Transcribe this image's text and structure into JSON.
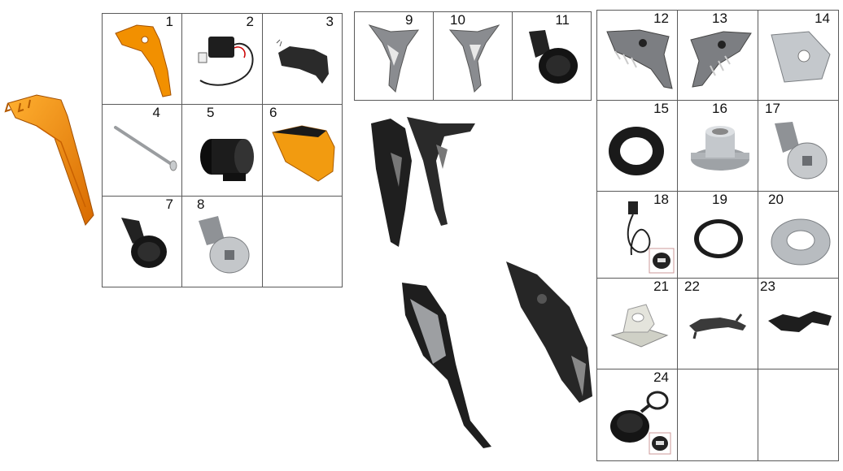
{
  "parts": {
    "p1": "1",
    "p2": "2",
    "p3": "3",
    "p4": "4",
    "p5": "5",
    "p6": "6",
    "p7": "7",
    "p8": "8",
    "p9": "9",
    "p10": "10",
    "p11": "11",
    "p12": "12",
    "p13": "13",
    "p14": "14",
    "p15": "15",
    "p16": "16",
    "p17": "17",
    "p18": "18",
    "p19": "19",
    "p20": "20",
    "p21": "21",
    "p22": "22",
    "p23": "23",
    "p24": "24"
  },
  "colors": {
    "orange": "#f08a00",
    "dark": "#1e1e1e",
    "steel": "#b9bcc0",
    "grid": "#5a5a5a"
  }
}
